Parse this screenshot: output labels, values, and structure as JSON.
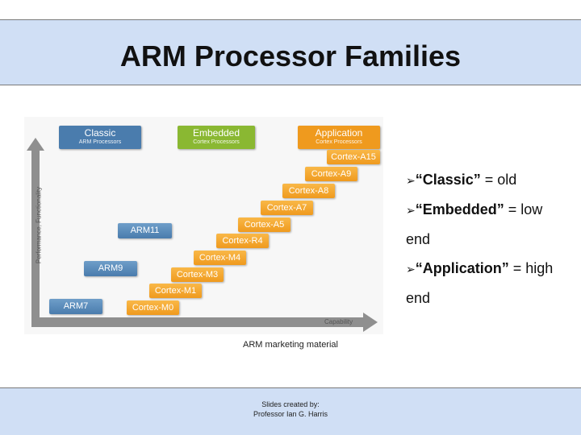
{
  "title": "ARM Processor Families",
  "diagram": {
    "y_axis_label": "Performance, Functionality",
    "x_axis_label": "Capability",
    "headers": [
      {
        "name": "Classic",
        "sub": "ARM Processors",
        "color": "#4a7cad"
      },
      {
        "name": "Embedded",
        "sub": "Cortex Processors",
        "color": "#8ab832"
      },
      {
        "name": "Application",
        "sub": "Cortex Processors",
        "color": "#ef9a1e"
      }
    ],
    "cortex_cores": [
      "Cortex-A15",
      "Cortex-A9",
      "Cortex-A8",
      "Cortex-A7",
      "Cortex-A5",
      "Cortex-R4",
      "Cortex-M4",
      "Cortex-M3",
      "Cortex-M1",
      "Cortex-M0"
    ],
    "classic_cores": [
      "ARM11",
      "ARM9",
      "ARM7"
    ]
  },
  "bullets": [
    {
      "quoted": "“Classic”",
      "rest": " = old"
    },
    {
      "quoted": "“Embedded”",
      "rest": " = low end"
    },
    {
      "quoted": "“Application”",
      "rest": " = high end"
    }
  ],
  "caption": "ARM marketing material",
  "footer": {
    "line1": "Slides created by:",
    "line2": "Professor Ian G. Harris"
  }
}
